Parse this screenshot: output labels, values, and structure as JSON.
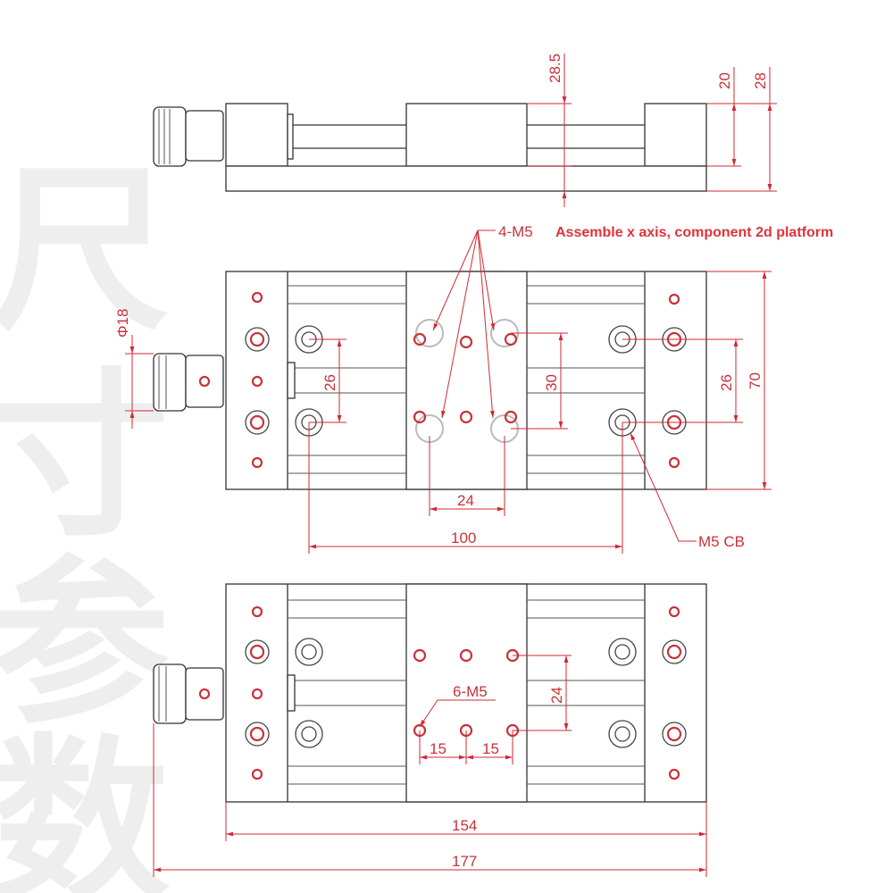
{
  "watermark": [
    "尺",
    "寸",
    "参",
    "数"
  ],
  "title_note": "Assemble x axis, component 2d platform",
  "side_view": {
    "dim_total_height": "28.5",
    "dim_carriage": "20",
    "dim_base": "28"
  },
  "top_view": {
    "callout_top_holes": "4-M5",
    "dim_knob_diameter": "Φ18",
    "dim_left_vertical": "26",
    "dim_center_vertical": "30",
    "dim_right_vertical": "26",
    "dim_width": "70",
    "dim_hole_spacing": "24",
    "dim_mount_spacing": "100",
    "callout_counterbore": "M5 CB"
  },
  "bottom_view": {
    "callout_holes": "6-M5",
    "dim_vertical": "24",
    "dim_left_pitch": "15",
    "dim_right_pitch": "15",
    "dim_body_length": "154",
    "dim_total_length": "177"
  },
  "colors": {
    "dimension": "#c8323a",
    "outline": "#333333",
    "watermark": "#eeeeee"
  }
}
